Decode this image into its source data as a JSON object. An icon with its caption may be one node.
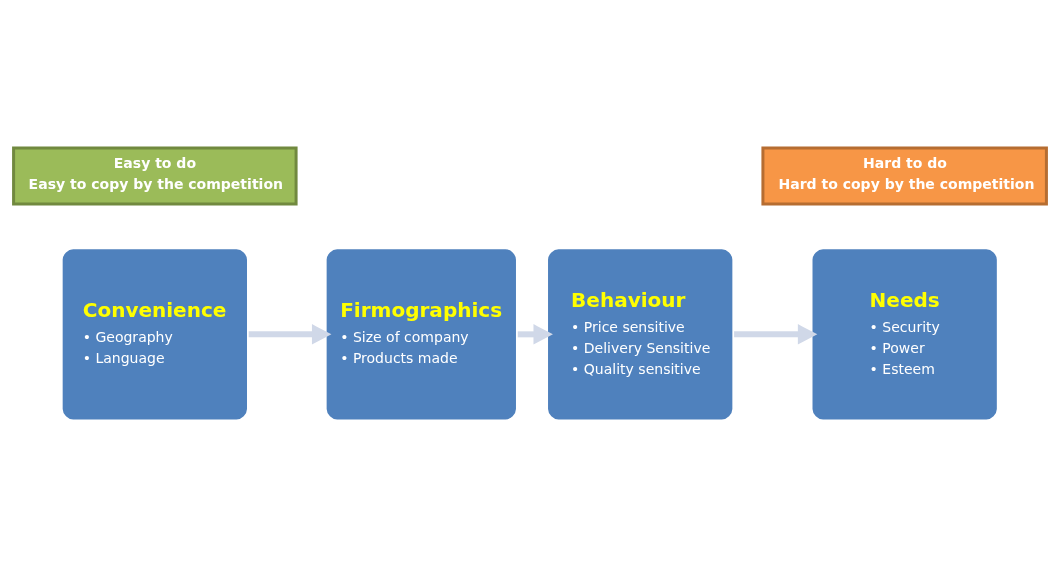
{
  "diagram": {
    "nodes": [
      {
        "text": [
          "Convenience",
          "• Geography",
          "• Language"
        ]
      },
      {
        "text": [
          "Firmographics",
          "• Size of company",
          "• Products made"
        ]
      },
      {
        "text": [
          "Behaviour",
          "• Price sensitive",
          "• Delivery Sensitive",
          "• Quality sensitive"
        ]
      },
      {
        "text": [
          "Needs",
          "• Security",
          "• Power",
          "• Esteem"
        ]
      },
      {
        "text": [
          "Easy to do",
          "Easy to copy by the competition"
        ]
      },
      {
        "text": [
          "Hard to do",
          "Hard to copy by the competition"
        ]
      }
    ],
    "edges": [
      {
        "from": 0,
        "to": 1,
        "arrow": "to"
      },
      {
        "from": 1,
        "to": 2,
        "arrow": "to"
      },
      {
        "from": 2,
        "to": 3,
        "arrow": "to"
      }
    ]
  }
}
